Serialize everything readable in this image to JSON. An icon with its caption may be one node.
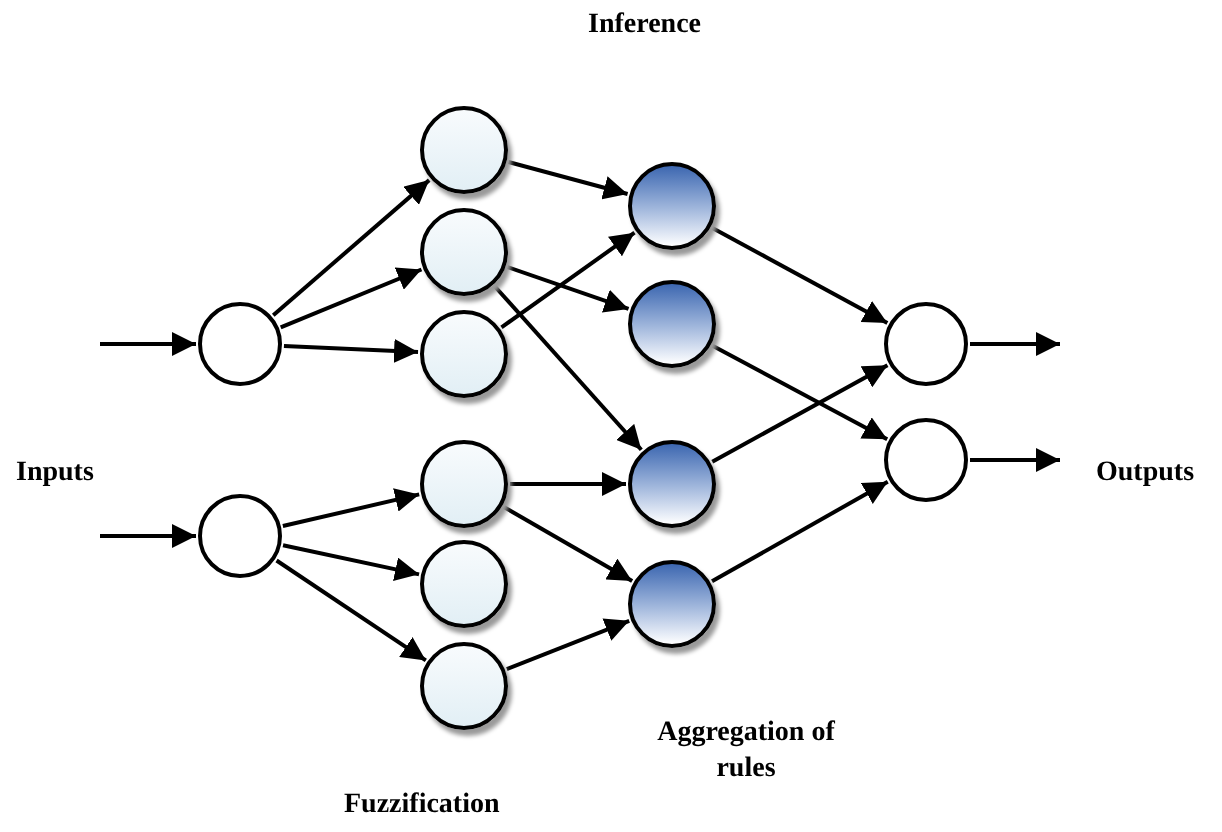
{
  "diagram": {
    "title": "Inference",
    "nodes": [
      {
        "text": [],
        "shape": "circle"
      },
      {
        "text": [],
        "shape": "circle"
      },
      {
        "text": [],
        "shape": "circle"
      },
      {
        "text": [],
        "shape": "circle"
      },
      {
        "text": [],
        "shape": "circle"
      },
      {
        "text": [],
        "shape": "circle"
      },
      {
        "text": [],
        "shape": "circle"
      },
      {
        "text": [],
        "shape": "circle"
      },
      {
        "text": [],
        "shape": "circle"
      },
      {
        "text": [],
        "shape": "circle"
      },
      {
        "text": [],
        "shape": "circle"
      },
      {
        "text": [],
        "shape": "circle"
      },
      {
        "text": [],
        "shape": "circle"
      },
      {
        "text": [],
        "shape": "circle"
      }
    ],
    "edges": [
      {
        "from": null,
        "to": 0,
        "arrow": "to"
      },
      {
        "from": null,
        "to": 1,
        "arrow": "to"
      },
      {
        "from": 0,
        "to": 2,
        "arrow": "to"
      },
      {
        "from": 0,
        "to": 3,
        "arrow": "to"
      },
      {
        "from": 0,
        "to": 4,
        "arrow": "to"
      },
      {
        "from": 1,
        "to": 5,
        "arrow": "to"
      },
      {
        "from": 1,
        "to": 6,
        "arrow": "to"
      },
      {
        "from": 1,
        "to": 7,
        "arrow": "to"
      },
      {
        "from": 2,
        "to": 8,
        "arrow": "to"
      },
      {
        "from": 3,
        "to": 9,
        "arrow": "to"
      },
      {
        "from": 3,
        "to": 10,
        "arrow": "to"
      },
      {
        "from": 4,
        "to": 8,
        "arrow": "to"
      },
      {
        "from": 5,
        "to": 10,
        "arrow": "to"
      },
      {
        "from": 5,
        "to": 11,
        "arrow": "to"
      },
      {
        "from": 7,
        "to": 11,
        "arrow": "to"
      },
      {
        "from": 8,
        "to": 12,
        "arrow": "to"
      },
      {
        "from": 9,
        "to": 13,
        "arrow": "to"
      },
      {
        "from": 10,
        "to": 12,
        "arrow": "to"
      },
      {
        "from": 11,
        "to": 13,
        "arrow": "to"
      },
      {
        "from": 12,
        "to": null,
        "arrow": "to"
      },
      {
        "from": 13,
        "to": null,
        "arrow": "to"
      }
    ],
    "labels": [
      "Inputs",
      "Outputs",
      "Aggregation of rules",
      "Fuzzification"
    ]
  }
}
